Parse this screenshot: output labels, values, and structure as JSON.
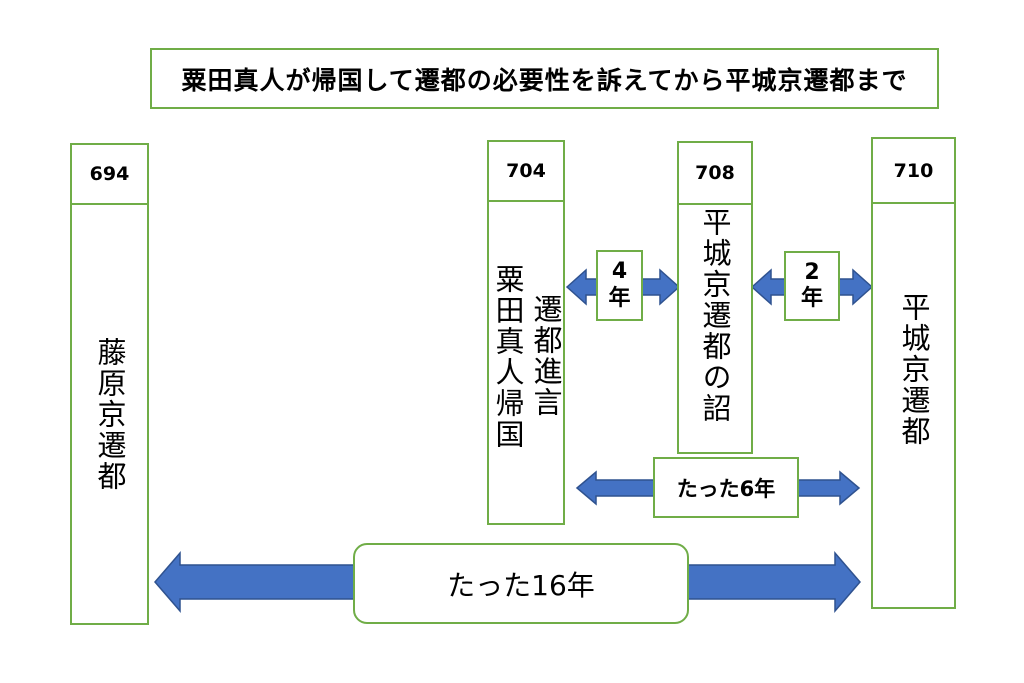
{
  "title": "粟田真人が帰国して遷都の必要性を訴えてから平城京遷都まで",
  "columns": [
    {
      "year": "694",
      "text": "藤原京遷都"
    },
    {
      "year": "704",
      "text_right": "遷都進言",
      "text_left": "粟田真人帰国"
    },
    {
      "year": "708",
      "text": "平城京遷都の詔"
    },
    {
      "year": "710",
      "text": "平城京遷都"
    }
  ],
  "spans": {
    "span_704_708": {
      "line1": "4",
      "line2": "年"
    },
    "span_708_710": {
      "line1": "2",
      "line2": "年"
    },
    "span_704_710": "たった6年",
    "span_694_710": "たった16年"
  },
  "colors": {
    "border": "#70ad47",
    "arrow": "#4472c4",
    "arrow_outline": "#2f528f"
  }
}
